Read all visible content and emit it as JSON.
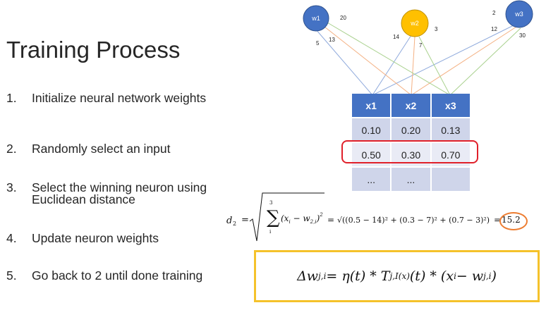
{
  "slide": {
    "title": "Training Process",
    "steps": [
      {
        "num": "1.",
        "text": "Initialize neural network weights"
      },
      {
        "num": "2.",
        "text": "Randomly select an input"
      },
      {
        "num": "3.",
        "text": "Select the winning neuron using Euclidean distance"
      },
      {
        "num": "4.",
        "text": "Update neuron weights"
      },
      {
        "num": "5.",
        "text": "Go back to 2 until done training"
      }
    ]
  },
  "network": {
    "neurons": [
      {
        "label": "w1",
        "color": "#4472c4"
      },
      {
        "label": "w2",
        "color": "#ffc000"
      },
      {
        "label": "w3",
        "color": "#4472c4"
      }
    ],
    "weight_labels": [
      "20",
      "5",
      "13",
      "14",
      "3",
      "7",
      "2",
      "12",
      "30"
    ]
  },
  "table": {
    "headers": [
      "x1",
      "x2",
      "x3"
    ],
    "rows": [
      [
        "0.10",
        "0.20",
        "0.13"
      ],
      [
        "0.50",
        "0.30",
        "0.70"
      ],
      [
        "...",
        "...",
        ""
      ]
    ],
    "highlighted_row": 1,
    "colors": {
      "header": "#4472c4",
      "highlight": "#e0202a"
    }
  },
  "distance_formula": {
    "lhs": "d",
    "lhs_sub": "2",
    "sum_upper": "3",
    "sum_lower": "i",
    "expansion": "√((0.5 − 14)² + (0.3 − 7)² + (0.7 − 3)²)",
    "result": "15.2"
  },
  "update_formula": {
    "text_parts": [
      "Δw",
      "j,i",
      " = η(t) * T",
      "j,I(x)",
      "(t) * (x",
      "i",
      " − w",
      "j,i",
      ")"
    ]
  }
}
